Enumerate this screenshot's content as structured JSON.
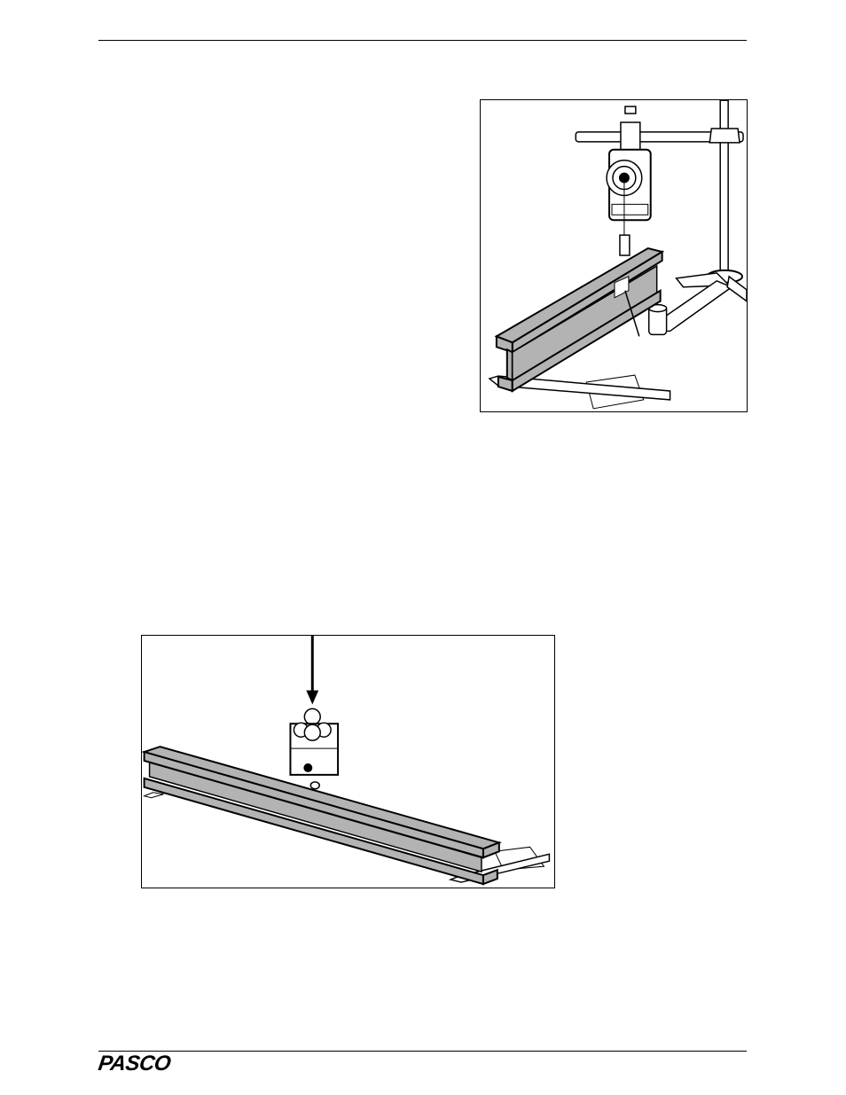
{
  "footer": {
    "logo_text": "PASCO"
  },
  "figures": {
    "upper": {
      "name": "beam-on-stand-illustration",
      "beam_color": "#b3b3b3"
    },
    "lower": {
      "name": "beam-force-sensor-illustration",
      "beam_color": "#b3b3b3"
    }
  }
}
